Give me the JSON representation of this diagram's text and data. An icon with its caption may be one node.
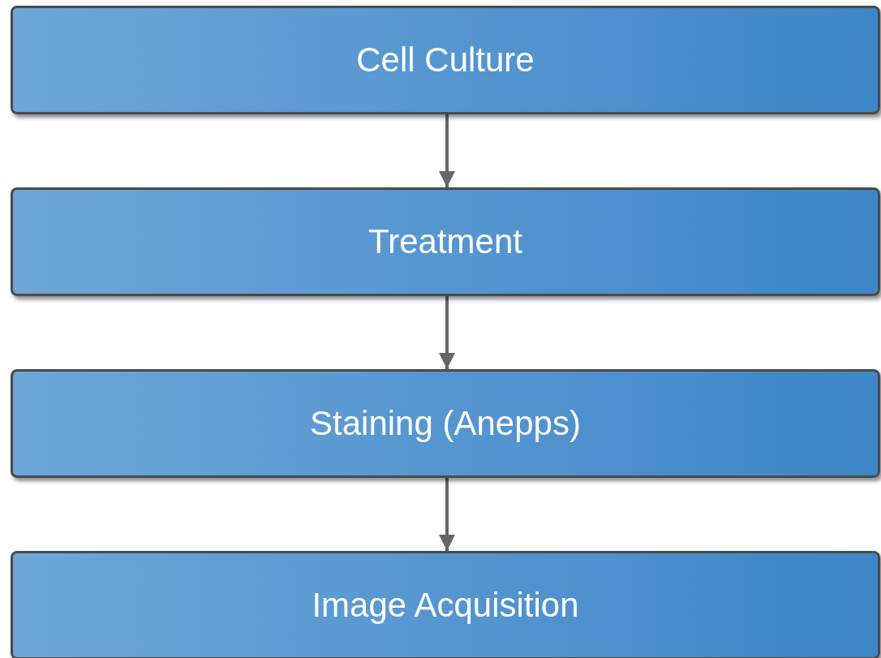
{
  "diagram": {
    "nodes": [
      {
        "text": [
          "Cell Culture"
        ]
      },
      {
        "text": [
          "Treatment"
        ]
      },
      {
        "text": [
          "Staining (Anepps)"
        ]
      },
      {
        "text": [
          "Image Acquisition"
        ]
      }
    ],
    "edges": [
      {
        "from": 0,
        "to": 1,
        "arrow": "to"
      },
      {
        "from": 1,
        "to": 2,
        "arrow": "to"
      },
      {
        "from": 2,
        "to": 3,
        "arrow": "to"
      }
    ]
  }
}
